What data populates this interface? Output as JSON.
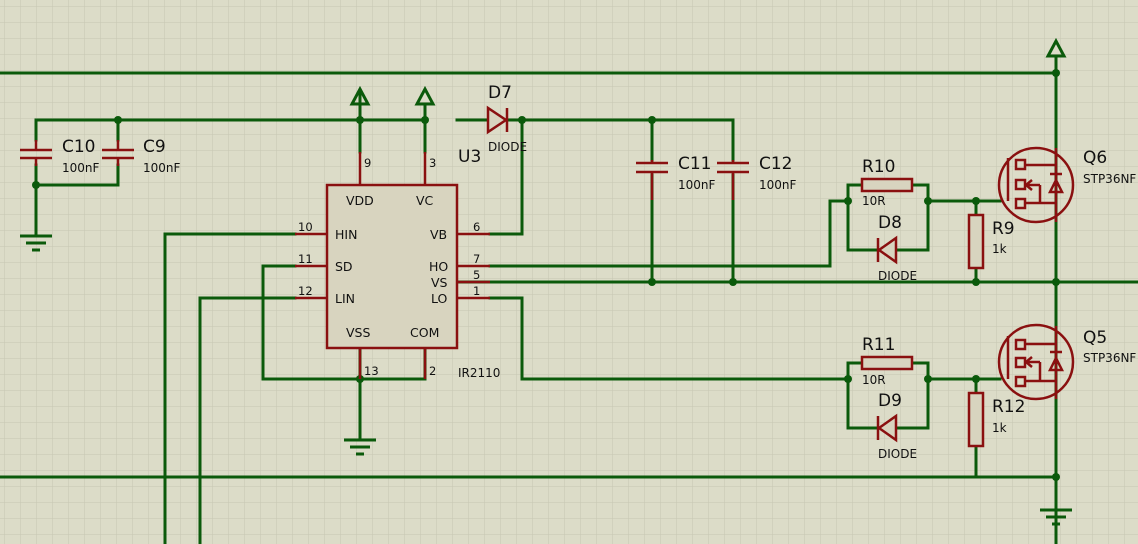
{
  "colors": {
    "background": "#dcdcc8",
    "grid": "#c6c6b2",
    "wire": "#0b5a0b",
    "component": "#8a1010",
    "text": "#111111"
  },
  "components": {
    "c10": {
      "ref": "C10",
      "value": "100nF"
    },
    "c9": {
      "ref": "C9",
      "value": "100nF"
    },
    "c11": {
      "ref": "C11",
      "value": "100nF"
    },
    "c12": {
      "ref": "C12",
      "value": "100nF"
    },
    "d7": {
      "ref": "D7",
      "value": "DIODE"
    },
    "d8": {
      "ref": "D8",
      "value": "DIODE"
    },
    "d9": {
      "ref": "D9",
      "value": "DIODE"
    },
    "r10": {
      "ref": "R10",
      "value": "10R"
    },
    "r11": {
      "ref": "R11",
      "value": "10R"
    },
    "r9": {
      "ref": "R9",
      "value": "1k"
    },
    "r12": {
      "ref": "R12",
      "value": "1k"
    },
    "q6": {
      "ref": "Q6",
      "value": "STP36NF"
    },
    "q5": {
      "ref": "Q5",
      "value": "STP36NF"
    },
    "u3": {
      "ref": "U3",
      "value": "IR2110",
      "pins": {
        "vdd": {
          "name": "VDD",
          "num": "9"
        },
        "vc": {
          "name": "VC",
          "num": "3"
        },
        "hin": {
          "name": "HIN",
          "num": "10"
        },
        "sd": {
          "name": "SD",
          "num": "11"
        },
        "lin": {
          "name": "LIN",
          "num": "12"
        },
        "vss": {
          "name": "VSS",
          "num": "13"
        },
        "com": {
          "name": "COM",
          "num": "2"
        },
        "vb": {
          "name": "VB",
          "num": "6"
        },
        "ho": {
          "name": "HO",
          "num": "7"
        },
        "vs": {
          "name": "VS",
          "num": "5"
        },
        "lo": {
          "name": "LO",
          "num": "1"
        }
      }
    }
  }
}
